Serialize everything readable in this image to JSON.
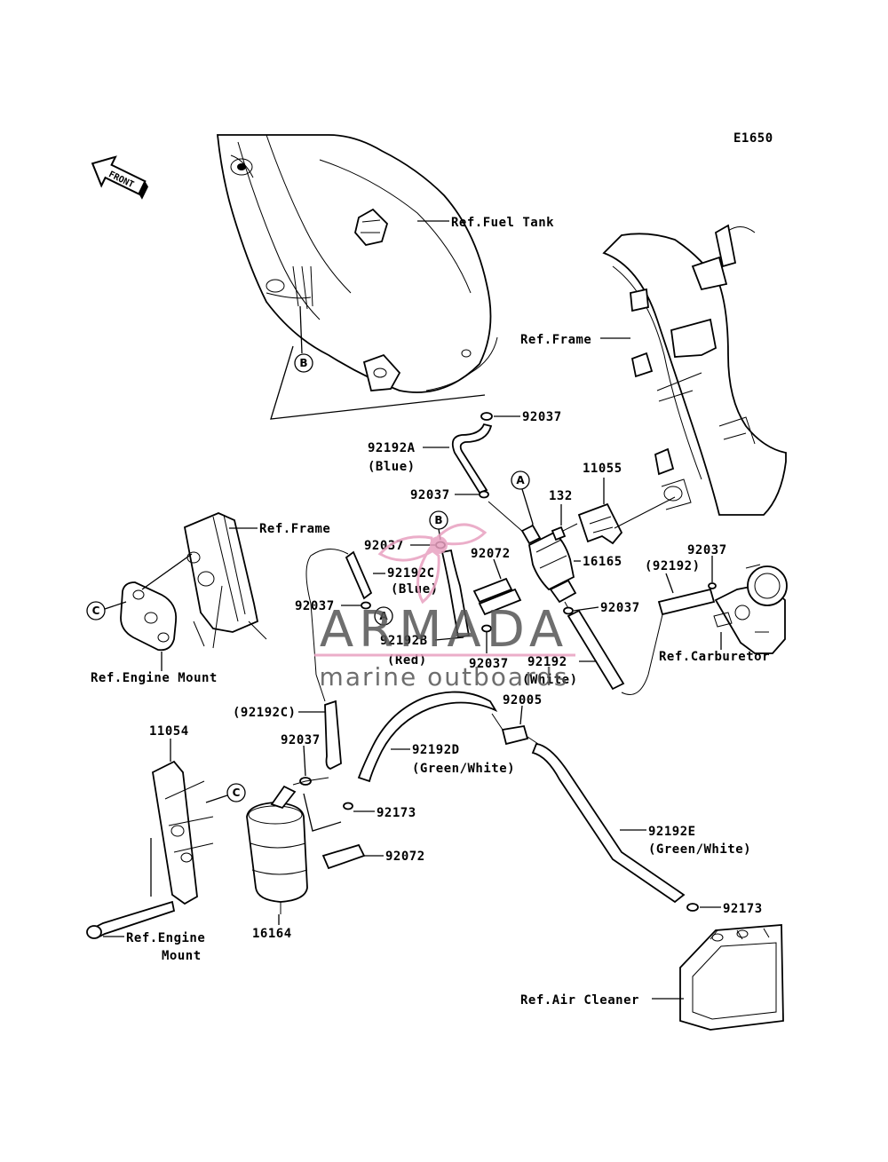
{
  "diagram_code": "E1650",
  "front_label": "FRONT",
  "watermark": {
    "brand": "ARMADA",
    "tagline": "marine outboards",
    "accent": "#e8a0c0"
  },
  "callouts": [
    "A",
    "B",
    "C"
  ],
  "labels": {
    "ref_fuel_tank": "Ref.Fuel Tank",
    "ref_frame_right": "Ref.Frame",
    "ref_frame_left": "Ref.Frame",
    "ref_engine_mount_left": "Ref.Engine Mount",
    "ref_carburetor": "Ref.Carburetor",
    "ref_engine_mount_bottom_1": "Ref.Engine",
    "ref_engine_mount_bottom_2": "Mount",
    "ref_air_cleaner": "Ref.Air Cleaner",
    "p92037_a": "92037",
    "p92192a": "92192A",
    "p92192a_color": "(Blue)",
    "p92037_b": "92037",
    "p11055": "11055",
    "p132": "132",
    "p92037_c": "92037",
    "p92072_a": "92072",
    "p16165": "16165",
    "p92192c": "92192C",
    "p92192c_color": "(Blue)",
    "p92037_d": "92037",
    "p92192_paren": "(92192)",
    "p92037_e": "92037",
    "p92037_f": "92037",
    "p92192b": "92192B",
    "p92192b_color": "(Red)",
    "p92037_g": "92037",
    "p92192": "92192",
    "p92192_color": "(White)",
    "p92192c_paren": "(92192C)",
    "p92005": "92005",
    "p11054": "11054",
    "p92037_h": "92037",
    "p92192d": "92192D",
    "p92192d_color": "(Green/White)",
    "p92173_a": "92173",
    "p92072_b": "92072",
    "p16164": "16164",
    "p92192e": "92192E",
    "p92192e_color": "(Green/White)",
    "p92173_b": "92173"
  }
}
